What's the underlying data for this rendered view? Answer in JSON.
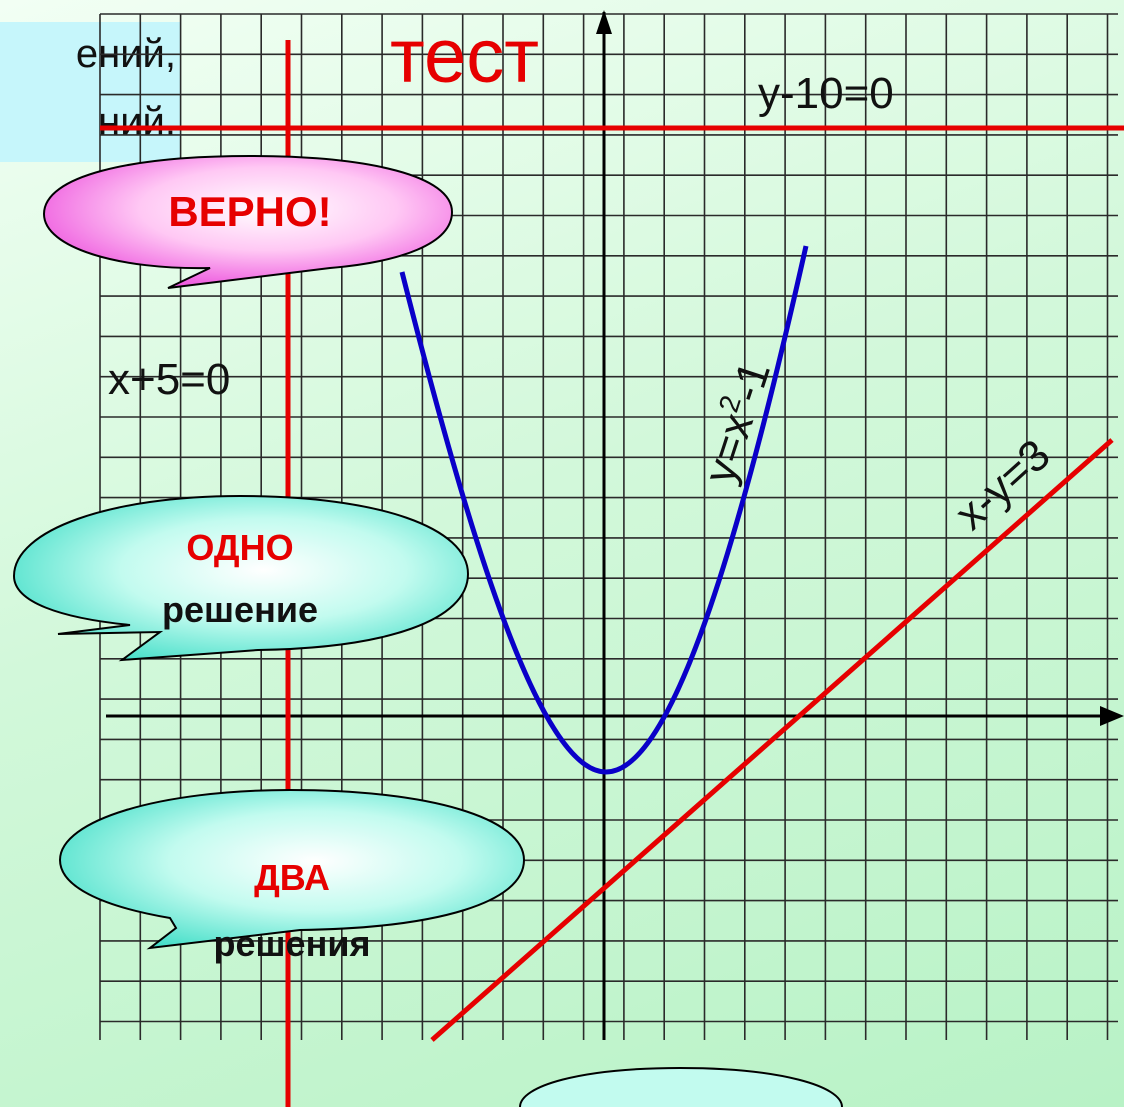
{
  "title": "тест",
  "notes": {
    "line1": "ений,",
    "line2": "ний."
  },
  "equations": {
    "horizontal": "y-10=0",
    "vertical": "x+5=0",
    "parabola": "y=x²-1",
    "parabola_base": "y=x",
    "parabola_exp": "2",
    "parabola_tail": "-1",
    "line": "x-y=3"
  },
  "bubbles": [
    {
      "main": "ВЕРНО!",
      "sub": ""
    },
    {
      "main": "ОДНО",
      "sub": "решение"
    },
    {
      "main": "ДВА",
      "sub": "решения"
    }
  ],
  "colors": {
    "grid": "#2a2a2a",
    "axis": "#000000",
    "red_line": "#e60000",
    "parabola": "#0000c8",
    "bubble_pink": "#ff7ae6",
    "bubble_cyan": "#5ee8d2"
  }
}
